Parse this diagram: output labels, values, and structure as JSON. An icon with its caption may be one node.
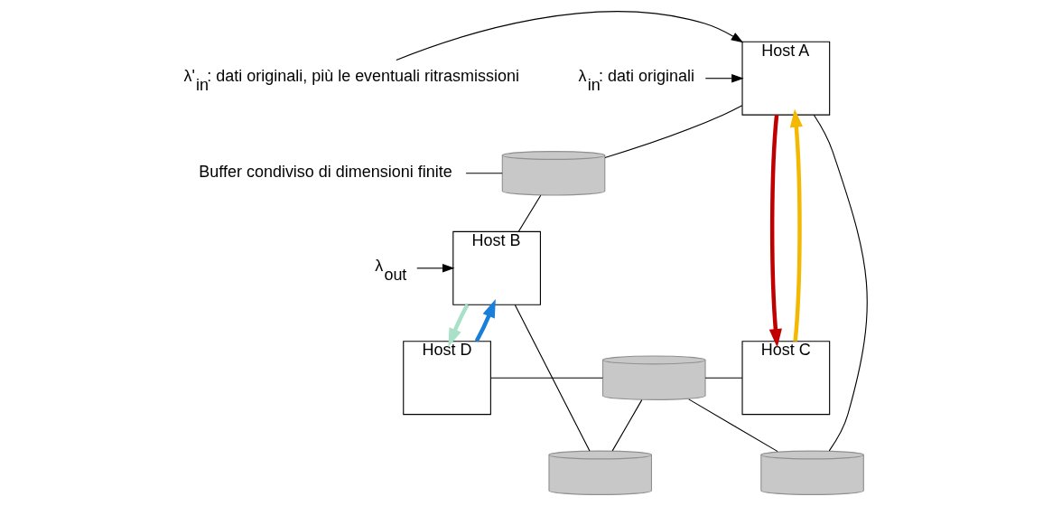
{
  "diagram": {
    "nodes": [
      {
        "text": [
          "Host A"
        ]
      },
      {
        "text": [
          "λ$_{in}$: dati originali"
        ]
      },
      {
        "text": [
          "λ'$_{in}$: dati originali, più le eventuali ritrasmissioni"
        ]
      },
      {
        "text": [
          "Host B"
        ]
      },
      {
        "text": [
          "λ$_{out}$"
        ]
      },
      {
        "text": [
          "Buffer condiviso di dimensioni finite"
        ]
      },
      {
        "text": [],
        "shape": "cylinder"
      },
      {
        "text": [
          "Host D"
        ]
      },
      {
        "text": [],
        "shape": "cylinder"
      },
      {
        "text": [],
        "shape": "cylinder"
      },
      {
        "text": [
          "Host C"
        ]
      },
      {
        "text": [],
        "shape": "cylinder"
      }
    ],
    "edges": [
      {
        "from": 0,
        "to": 6,
        "arrow": "none"
      },
      {
        "from": 0,
        "to": 8,
        "arrow": "none"
      },
      {
        "from": 6,
        "to": 3,
        "arrow": "none"
      },
      {
        "from": 8,
        "to": 11,
        "arrow": "none"
      },
      {
        "from": 7,
        "to": 11,
        "arrow": "none"
      },
      {
        "from": 11,
        "to": 10,
        "arrow": "none"
      },
      {
        "from": 11,
        "to": 9,
        "arrow": "none"
      },
      {
        "from": 9,
        "to": 3,
        "arrow": "none"
      },
      {
        "from": 0,
        "to": 10,
        "arrow": "to",
        "style": "thick",
        "color": "#c00000"
      },
      {
        "from": 7,
        "to": 3,
        "arrow": "to",
        "style": "thick",
        "color": "#1a7fd8"
      },
      {
        "from": 10,
        "to": 0,
        "arrow": "to",
        "style": "thick",
        "color": "#f5b800"
      },
      {
        "from": 3,
        "to": 7,
        "arrow": "to",
        "style": "thick",
        "color": "#a8e0c8"
      },
      {
        "from": 1,
        "to": 0,
        "arrow": "to"
      },
      {
        "from": 2,
        "to": 0,
        "arrow": "to"
      },
      {
        "from": 4,
        "to": 3,
        "arrow": "to"
      },
      {
        "from": 5,
        "to": 6,
        "arrow": "none"
      }
    ]
  }
}
